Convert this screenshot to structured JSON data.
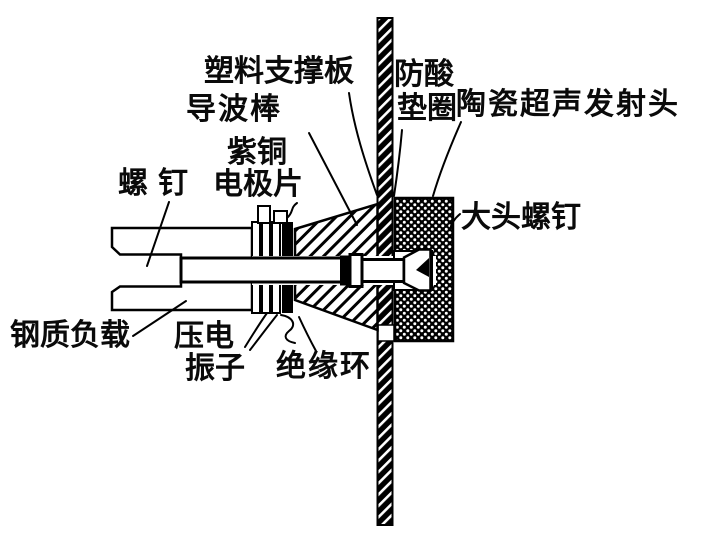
{
  "figure": {
    "kind": "ultrasonic-transducer-cross-section",
    "colors": {
      "ink": "#000000",
      "paper": "#ffffff"
    },
    "labels": {
      "plastic_support_plate": "塑料支撑板",
      "acid_proof_line1": "防酸",
      "acid_proof_line2": "垫圈",
      "ceramic_emitter": "陶瓷超声发射头",
      "waveguide_rod": "导波棒",
      "copper_line1": "紫铜",
      "copper_line2": "电极片",
      "screw": "螺钉",
      "big_head_screw": "大头螺钉",
      "steel_load": "钢质负载",
      "piezo_line1": "压电",
      "piezo_line2": "振子",
      "insulation_ring": "绝缘环"
    }
  }
}
